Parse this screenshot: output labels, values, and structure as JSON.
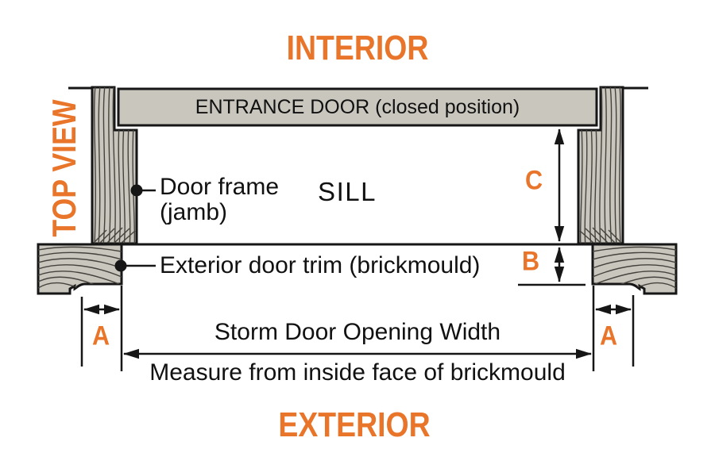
{
  "colors": {
    "accent": "#E8752A",
    "wood_fill": "#C9C6BE",
    "line": "#161616",
    "grain": "#45423D",
    "background": "#FFFFFF"
  },
  "header": {
    "interior": "INTERIOR"
  },
  "footer": {
    "exterior": "EXTERIOR"
  },
  "side": {
    "top_view": "TOP VIEW"
  },
  "diagram": {
    "entrance_door": "ENTRANCE DOOR (closed position)",
    "sill": "SILL",
    "door_frame": {
      "line1": "Door frame",
      "line2": "(jamb)"
    },
    "exterior_trim": "Exterior door trim (brickmould)",
    "dimensions": {
      "a_left": "A",
      "a_right": "A",
      "b": "B",
      "c": "C"
    },
    "opening_width": {
      "title": "Storm Door Opening Width",
      "note": "Measure from inside face of brickmould"
    }
  }
}
